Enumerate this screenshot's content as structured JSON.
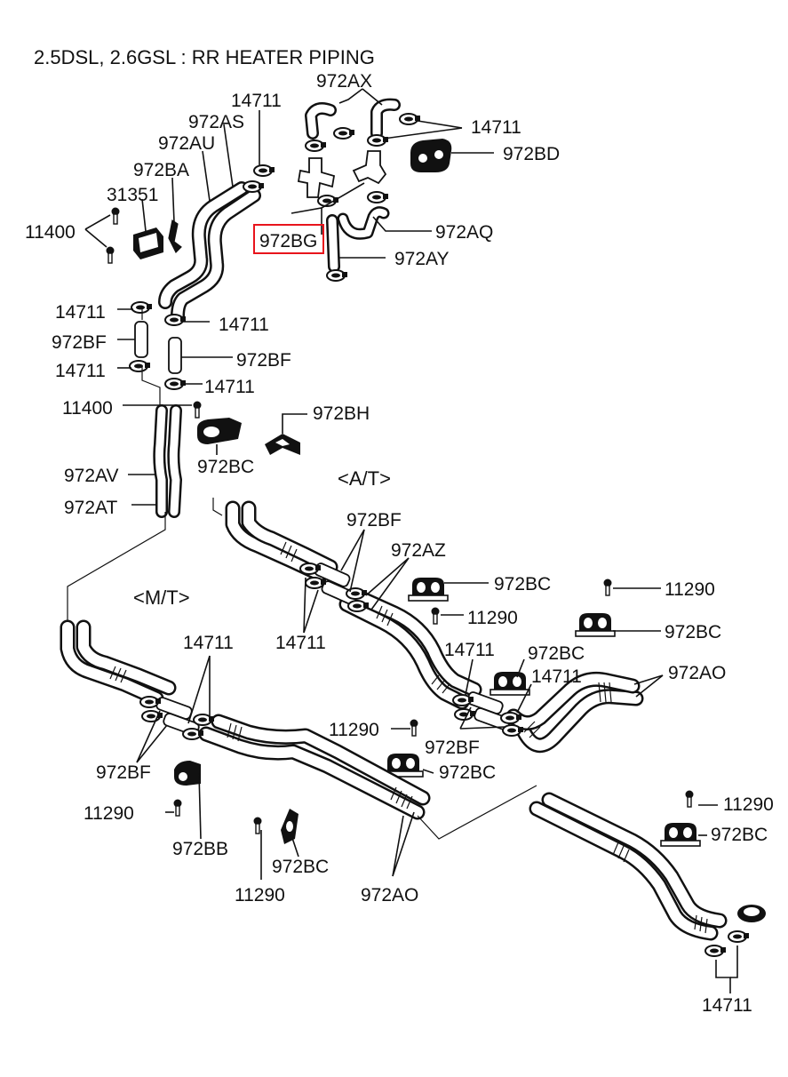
{
  "title": "2.5DSL, 2.6GSL : RR HEATER PIPING",
  "variants": {
    "at": "<A/T>",
    "mt": "<M/T>"
  },
  "highlight": {
    "part": "972BG",
    "color": "#e8141c"
  },
  "labels": [
    {
      "id": "l-972ax",
      "text": "972AX"
    },
    {
      "id": "l-14711-a",
      "text": "14711"
    },
    {
      "id": "l-972as",
      "text": "972AS"
    },
    {
      "id": "l-14711-b",
      "text": "14711"
    },
    {
      "id": "l-972au",
      "text": "972AU"
    },
    {
      "id": "l-972bd",
      "text": "972BD"
    },
    {
      "id": "l-972ba",
      "text": "972BA"
    },
    {
      "id": "l-31351",
      "text": "31351"
    },
    {
      "id": "l-11400-a",
      "text": "11400"
    },
    {
      "id": "l-972bg",
      "text": "972BG"
    },
    {
      "id": "l-972aq",
      "text": "972AQ"
    },
    {
      "id": "l-972ay",
      "text": "972AY"
    },
    {
      "id": "l-14711-c",
      "text": "14711"
    },
    {
      "id": "l-14711-d",
      "text": "14711"
    },
    {
      "id": "l-972bf-a",
      "text": "972BF"
    },
    {
      "id": "l-972bf-b",
      "text": "972BF"
    },
    {
      "id": "l-14711-e",
      "text": "14711"
    },
    {
      "id": "l-14711-f",
      "text": "14711"
    },
    {
      "id": "l-11400-b",
      "text": "11400"
    },
    {
      "id": "l-972bh",
      "text": "972BH"
    },
    {
      "id": "l-972bc-a",
      "text": "972BC"
    },
    {
      "id": "l-972av",
      "text": "972AV"
    },
    {
      "id": "l-972at",
      "text": "972AT"
    },
    {
      "id": "l-972bf-c",
      "text": "972BF"
    },
    {
      "id": "l-972az",
      "text": "972AZ"
    },
    {
      "id": "l-972bc-b",
      "text": "972BC"
    },
    {
      "id": "l-11290-a",
      "text": "11290"
    },
    {
      "id": "l-11290-b",
      "text": "11290"
    },
    {
      "id": "l-972bc-c",
      "text": "972BC"
    },
    {
      "id": "l-14711-g",
      "text": "14711"
    },
    {
      "id": "l-14711-h",
      "text": "14711"
    },
    {
      "id": "l-972bc-d",
      "text": "972BC"
    },
    {
      "id": "l-14711-i",
      "text": "14711"
    },
    {
      "id": "l-972ao-a",
      "text": "972AO"
    },
    {
      "id": "l-14711-j",
      "text": "14711"
    },
    {
      "id": "l-11290-c",
      "text": "11290"
    },
    {
      "id": "l-972bf-d",
      "text": "972BF"
    },
    {
      "id": "l-972bc-e",
      "text": "972BC"
    },
    {
      "id": "l-972bf-e",
      "text": "972BF"
    },
    {
      "id": "l-11290-d",
      "text": "11290"
    },
    {
      "id": "l-972bb",
      "text": "972BB"
    },
    {
      "id": "l-972bc-f",
      "text": "972BC"
    },
    {
      "id": "l-11290-e",
      "text": "11290"
    },
    {
      "id": "l-972ao-b",
      "text": "972AO"
    },
    {
      "id": "l-11290-f",
      "text": "11290"
    },
    {
      "id": "l-972bc-g",
      "text": "972BC"
    },
    {
      "id": "l-14711-k",
      "text": "14711"
    }
  ]
}
